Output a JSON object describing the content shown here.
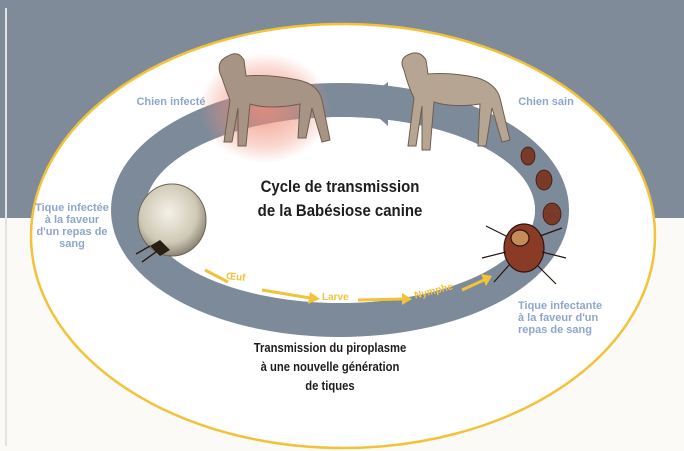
{
  "diagram": {
    "title_line1": "Cycle de transmission",
    "title_line2": "de la Babésiose canine",
    "subtitle_line1": "Transmission du piroplasme",
    "subtitle_line2": "à une nouvelle génération",
    "subtitle_line3": "de tiques",
    "labels": {
      "infected_dog": "Chien infecté",
      "healthy_dog": "Chien sain",
      "infected_tick_l1": "Tique infectée",
      "infected_tick_l2": "à la faveur",
      "infected_tick_l3": "d'un repas de",
      "infected_tick_l4": "sang",
      "infecting_tick_l1": "Tique infectante",
      "infecting_tick_l2": "à la faveur d'un",
      "infecting_tick_l3": "repas de sang"
    },
    "stages": [
      "Œuf",
      "Larve",
      "Nymphe"
    ],
    "colors": {
      "background_top": "#7f8b99",
      "ring": "#7d8a9a",
      "ellipse_outline": "#f2c23a",
      "label_blue": "#8fa6cc",
      "stage_yellow": "#f2c23a",
      "infected_glow": "#f08d78"
    }
  }
}
